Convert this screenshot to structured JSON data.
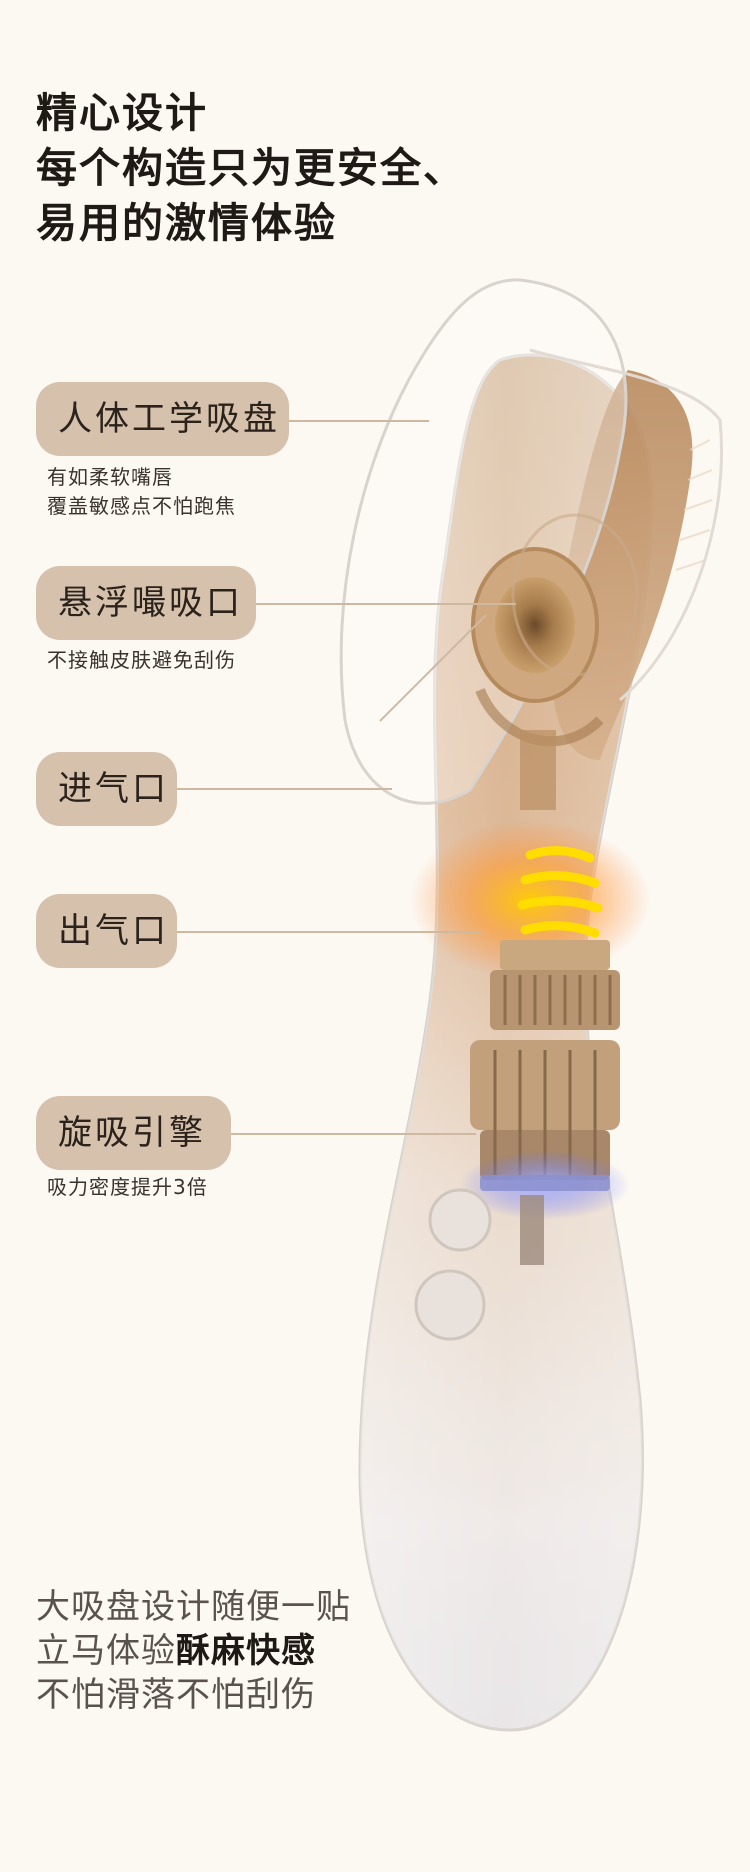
{
  "headline": {
    "line1": "精心设计",
    "line2": "每个构造只为更安全、",
    "line3": "易用的激情体验"
  },
  "features": [
    {
      "label": "人体工学吸盘",
      "desc": [
        "有如柔软嘴唇",
        "覆盖敏感点不怕跑焦"
      ]
    },
    {
      "label": "悬浮嘬吸口",
      "desc": [
        "不接触皮肤避免刮伤"
      ]
    },
    {
      "label": "进气口",
      "desc": []
    },
    {
      "label": "出气口",
      "desc": []
    },
    {
      "label": "旋吸引擎",
      "desc": [
        "吸力密度提升3倍"
      ]
    }
  ],
  "bottom": {
    "line1": "大吸盘设计随便一贴",
    "line2_normal": "立马体验",
    "line2_bold": "酥麻快感",
    "line3": "不怕滑落不怕刮伤"
  },
  "colors": {
    "background": "#fcf8f2",
    "pill": "#d5c1ac",
    "leader_line": "#cdb8a2",
    "glow": "#ffb400",
    "motor_light": "#7a8cff"
  }
}
